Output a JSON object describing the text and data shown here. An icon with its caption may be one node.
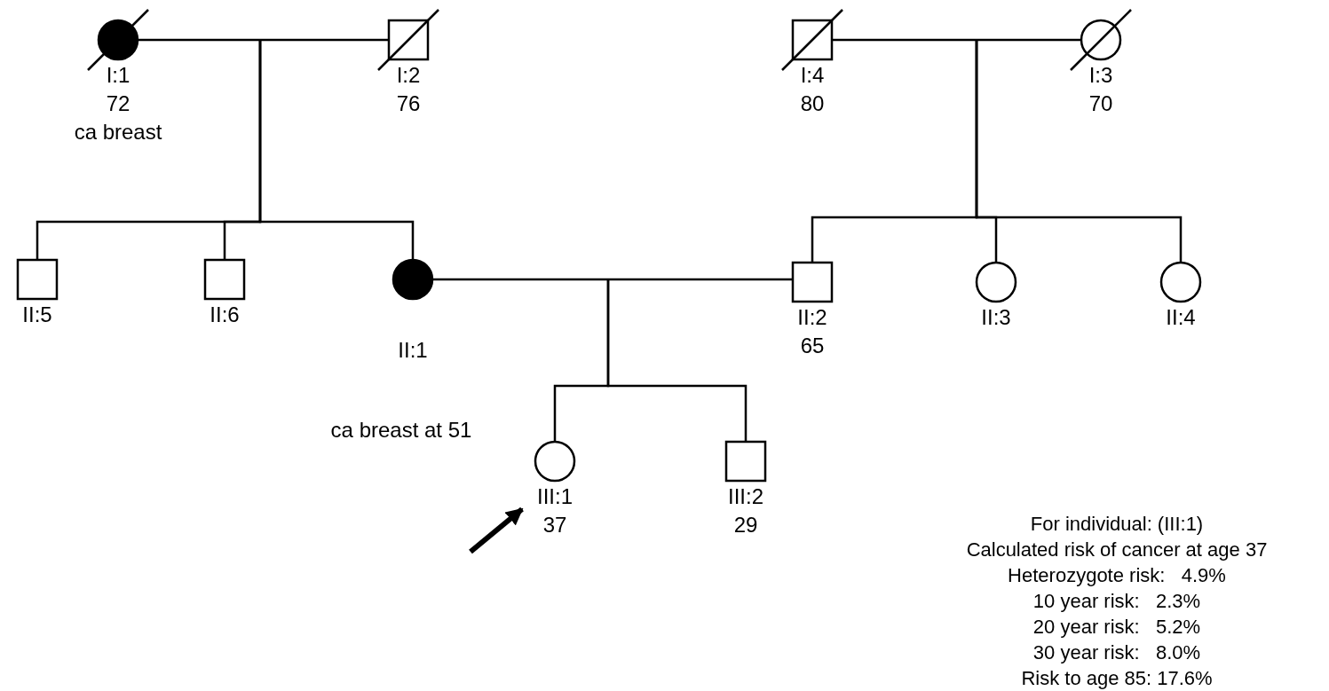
{
  "diagram": {
    "nodes": [
      {
        "text": [],
        "shape": "circle",
        "beside": [
          "I:1",
          "72",
          "ca breast"
        ]
      },
      {
        "text": [],
        "shape": "box",
        "beside": [
          "I:2",
          "76"
        ]
      },
      {
        "text": [],
        "shape": "box",
        "beside": [
          "I:4",
          "80"
        ]
      },
      {
        "text": [],
        "shape": "circle",
        "beside": [
          "I:3",
          "70"
        ]
      },
      {
        "text": [],
        "shape": "box",
        "beside": [
          "II:5"
        ]
      },
      {
        "text": [],
        "shape": "box",
        "beside": [
          "II:6"
        ]
      },
      {
        "text": [],
        "shape": "circle",
        "beside": [
          "II:1",
          "ca breast at 51"
        ]
      },
      {
        "text": [],
        "shape": "box",
        "beside": [
          "II:2",
          "65"
        ]
      },
      {
        "text": [],
        "shape": "circle",
        "beside": [
          "II:3"
        ]
      },
      {
        "text": [],
        "shape": "circle",
        "beside": [
          "II:4"
        ]
      },
      {
        "text": [],
        "shape": "circle",
        "beside": [
          "III:1",
          "37"
        ]
      },
      {
        "text": [],
        "shape": "box",
        "beside": [
          "III:2",
          "29"
        ]
      }
    ],
    "edges": [
      {
        "from": 0,
        "to": 1,
        "arrow": "none"
      },
      {
        "from": 2,
        "to": 3,
        "arrow": "none"
      },
      {
        "from": 6,
        "to": 7,
        "arrow": "none"
      },
      {
        "from": null,
        "to": 4,
        "arrow": "none"
      },
      {
        "from": null,
        "to": 5,
        "arrow": "none"
      },
      {
        "from": null,
        "to": 6,
        "arrow": "none"
      },
      {
        "from": null,
        "to": 7,
        "arrow": "none"
      },
      {
        "from": null,
        "to": 8,
        "arrow": "none"
      },
      {
        "from": null,
        "to": 9,
        "arrow": "none"
      },
      {
        "from": null,
        "to": 10,
        "arrow": "none"
      },
      {
        "from": null,
        "to": 11,
        "arrow": "none"
      },
      {
        "from": null,
        "to": 10,
        "arrow": "to",
        "style": "thick"
      }
    ],
    "labels": [
      "For individual: (III:1)",
      "Calculated risk of cancer at age 37",
      "Heterozygote risk:   4.9%",
      "10 year risk:   2.3%",
      "20 year risk:   5.2%",
      "30 year risk:   8.0%",
      "Risk to age 85: 17.6%"
    ]
  }
}
